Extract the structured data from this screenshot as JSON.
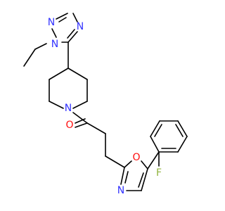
{
  "colors": {
    "background": "#ffffff",
    "bond": "#000000",
    "nitrogen": "#3333ff",
    "oxygen": "#ff0d0d",
    "fluorine": "#8fb33d"
  },
  "atoms": {
    "n_ethyl": {
      "text": "N",
      "element": "nitrogen"
    },
    "n_top_1": {
      "text": "N",
      "element": "nitrogen"
    },
    "n_top_2": {
      "text": "N",
      "element": "nitrogen"
    },
    "n_piperidine": {
      "text": "N",
      "element": "nitrogen"
    },
    "o_carbonyl": {
      "text": "O",
      "element": "oxygen"
    },
    "o_oxazole": {
      "text": "O",
      "element": "oxygen"
    },
    "n_oxazole": {
      "text": "N",
      "element": "nitrogen"
    },
    "f_aryl": {
      "text": "F",
      "element": "fluorine"
    }
  }
}
